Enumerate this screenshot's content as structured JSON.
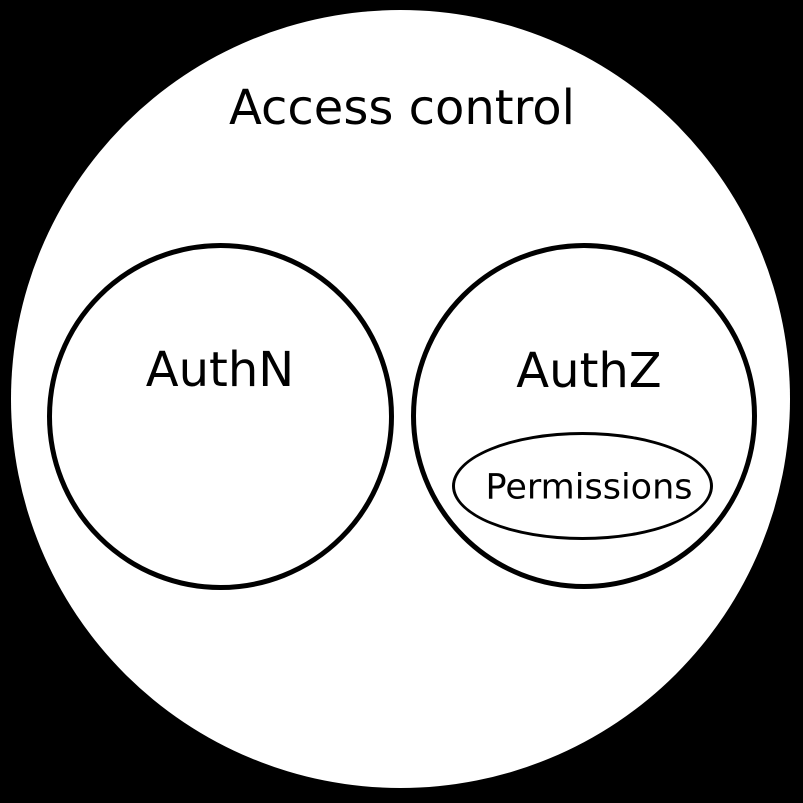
{
  "diagram": {
    "type": "venn",
    "background_color": "#000000",
    "fill_color": "#ffffff",
    "stroke_color": "#000000",
    "text_color": "#000000",
    "outer": {
      "label": "Access control"
    },
    "sets": [
      {
        "id": "authn",
        "label": "AuthN",
        "children": []
      },
      {
        "id": "authz",
        "label": "AuthZ",
        "children": [
          {
            "id": "permissions",
            "label": "Permissions"
          }
        ]
      }
    ]
  }
}
